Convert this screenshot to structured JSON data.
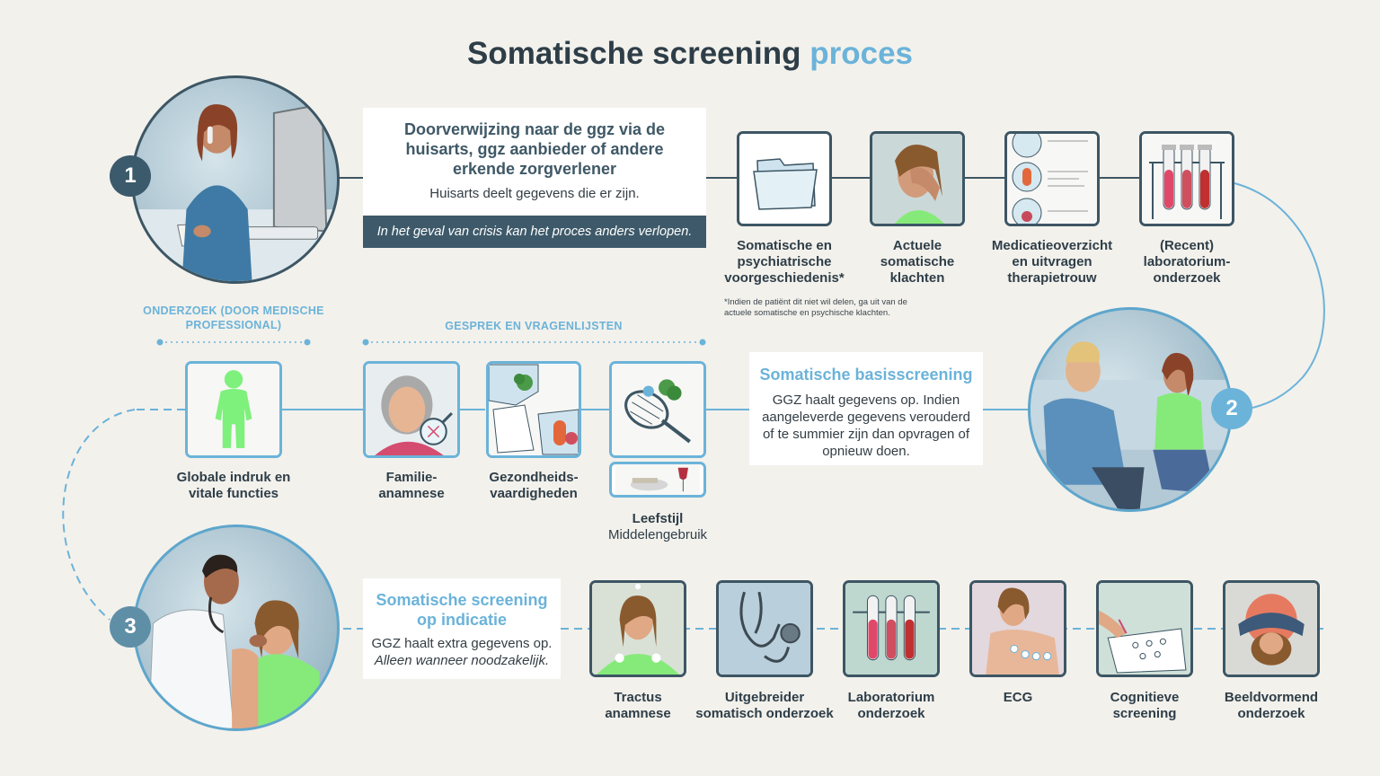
{
  "title": {
    "main": "Somatische screening",
    "accent": "proces"
  },
  "steps": [
    {
      "number": "1"
    },
    {
      "number": "2"
    },
    {
      "number": "3"
    }
  ],
  "referral": {
    "heading": "Doorverwijzing naar de ggz via de huisarts, ggz aanbieder of andere erkende zorgverlener",
    "body": "Huisarts deelt gegevens die er zijn.",
    "crisis": "In het geval van crisis kan het proces anders verlopen."
  },
  "intake_items": [
    {
      "label": "Somatische en psychiatrische voorgeschiedenis*",
      "icon": "folder-icon"
    },
    {
      "label": "Actuele somatische klachten",
      "icon": "distressed-person-icon"
    },
    {
      "label": "Medicatieoverzicht en uitvragen therapietrouw",
      "icon": "medication-list-icon"
    },
    {
      "label": "(Recent) laboratorium-onderzoek",
      "icon": "test-tubes-icon"
    }
  ],
  "footnote": "*Indien de patiënt dit niet wil delen, ga uit van de actuele somatische en psychische klachten.",
  "basic_screening": {
    "heading": "Somatische basisscreening",
    "body": "GGZ haalt gegevens op. Indien aangeleverde gegevens verouderd of te summier zijn dan opvragen of opnieuw doen."
  },
  "sections": {
    "exam": "ONDERZOEK (DOOR MEDISCHE PROFESSIONAL)",
    "interview": "GESPREK EN VRAGENLIJSTEN"
  },
  "basic_items": [
    {
      "label": "Globale indruk en vitale functies",
      "icon": "body-silhouette-icon"
    },
    {
      "label": "Familie-anamnese",
      "icon": "grandmother-dna-icon"
    },
    {
      "label": "Gezondheids-vaardigheden",
      "icon": "health-puzzle-icon"
    },
    {
      "label": "Leefstijl",
      "sub": "Middelengebruik",
      "icon": "lifestyle-icon"
    }
  ],
  "indication": {
    "heading": "Somatische screening op indicatie",
    "body": "GGZ haalt extra gegevens op.",
    "note": "Alleen wanneer noodzakelijk."
  },
  "indication_items": [
    {
      "label": "Tractus anamnese",
      "icon": "patient-torso-icon"
    },
    {
      "label": "Uitgebreider somatisch onderzoek",
      "icon": "stethoscope-icon"
    },
    {
      "label": "Laboratorium onderzoek",
      "icon": "test-tubes-icon"
    },
    {
      "label": "ECG",
      "icon": "ecg-electrodes-icon"
    },
    {
      "label": "Cognitieve screening",
      "icon": "cognitive-test-icon"
    },
    {
      "label": "Beeldvormend onderzoek",
      "icon": "mri-scanner-icon"
    }
  ],
  "colors": {
    "dark": "#2e3e48",
    "accent_blue": "#6bb3d9",
    "teal_badge": "#3b5a6b",
    "patient_green": "#86ea7a",
    "background": "#f3f1ec"
  }
}
